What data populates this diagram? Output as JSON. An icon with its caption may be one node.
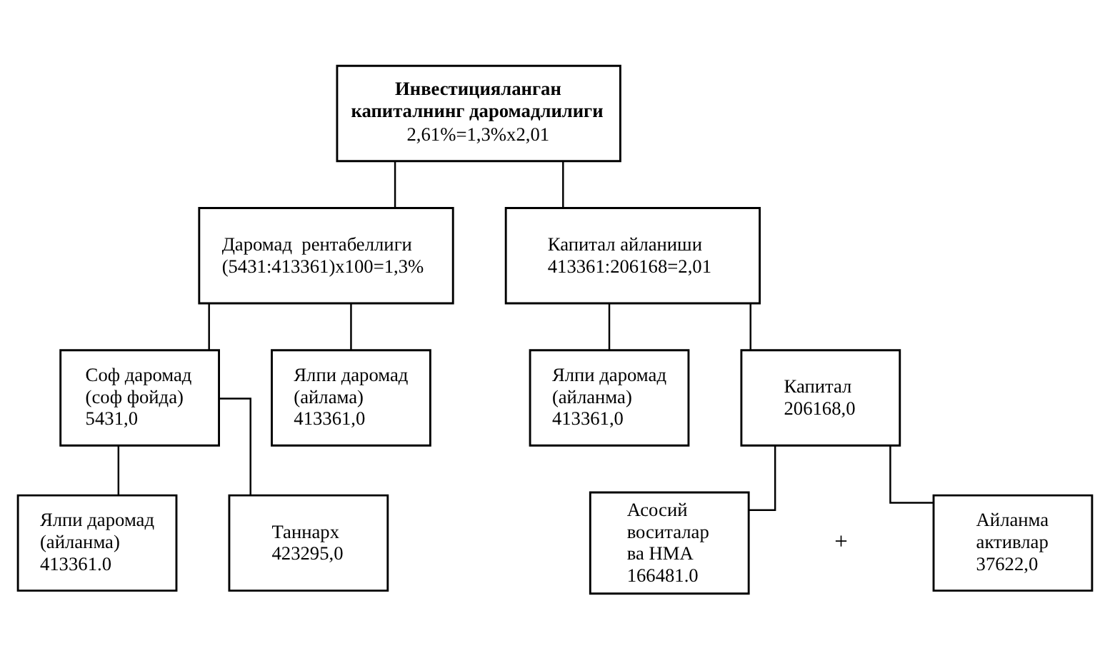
{
  "diagram": {
    "nodes": [
      {
        "text": [
          "Инвестицияланган капиталнинг даромадлилиги",
          "2,61%=1,3%x2,01"
        ]
      },
      {
        "text": [
          "Даромад  рентабеллиги",
          "(5431:413361)x100=1,3%"
        ]
      },
      {
        "text": [
          "Капитал айланиши",
          "413361:206168=2,01"
        ]
      },
      {
        "text": [
          "Соф даромад (соф фойда)",
          "5431,0"
        ]
      },
      {
        "text": [
          "Ялпи даромад (айлама)",
          "413361,0"
        ]
      },
      {
        "text": [
          "Ялпи даромад (айланма)",
          "413361,0"
        ]
      },
      {
        "text": [
          "Капитал",
          "206168,0"
        ]
      },
      {
        "text": [
          "Ялпи даромад (айланма)",
          "413361.0"
        ]
      },
      {
        "text": [
          "Таннарх",
          "423295,0"
        ]
      },
      {
        "text": [
          "Асосий воситалар ва НМА",
          "166481.0"
        ]
      },
      {
        "text": [
          "Айланма активлар",
          "37622,0"
        ]
      }
    ],
    "edges": [
      {
        "from": 0,
        "to": 1,
        "arrow": "none"
      },
      {
        "from": 0,
        "to": 2,
        "arrow": "none"
      },
      {
        "from": 1,
        "to": 3,
        "arrow": "none"
      },
      {
        "from": 1,
        "to": 4,
        "arrow": "none"
      },
      {
        "from": 2,
        "to": 5,
        "arrow": "none"
      },
      {
        "from": 2,
        "to": 6,
        "arrow": "none"
      },
      {
        "from": 3,
        "to": 7,
        "arrow": "none"
      },
      {
        "from": 3,
        "to": 8,
        "arrow": "none"
      },
      {
        "from": 6,
        "to": 9,
        "arrow": "none"
      },
      {
        "from": 6,
        "to": 10,
        "arrow": "none"
      }
    ],
    "labels": [
      "+"
    ]
  }
}
